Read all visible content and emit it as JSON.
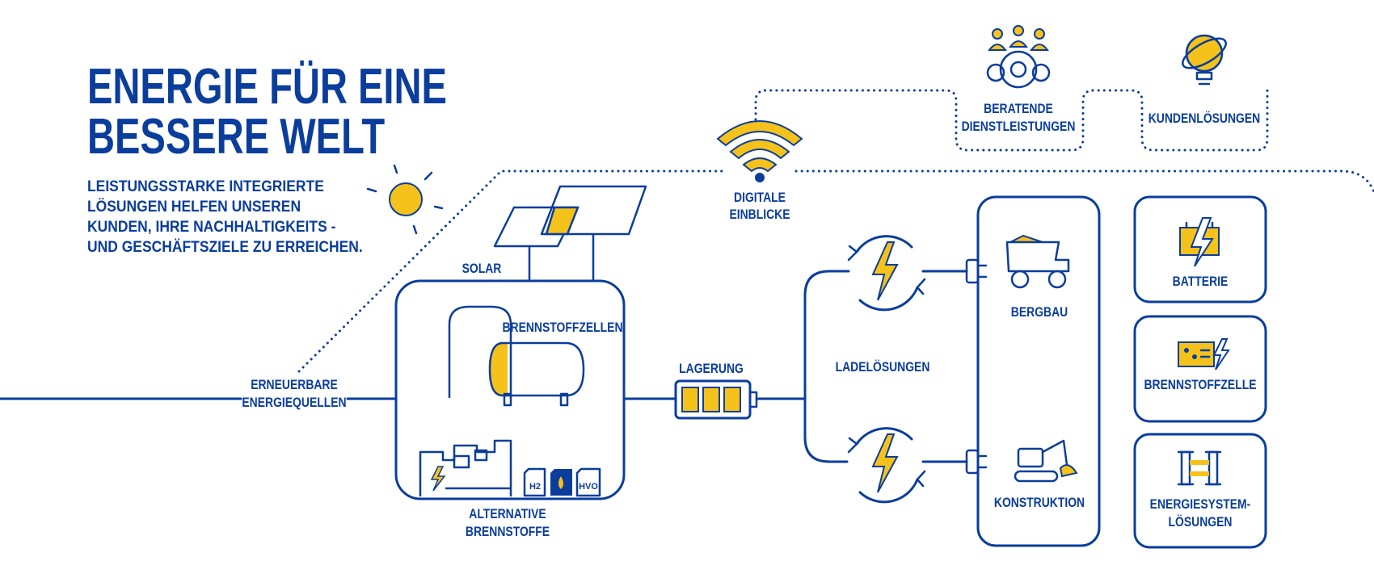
{
  "header": {
    "title_line1": "ENERGIE FÜR EINE",
    "title_line2": "BESSERE WELT",
    "subtitle": [
      "LEISTUNGSSTARKE INTEGRIERTE",
      "LÖSUNGEN HELFEN UNSEREN",
      "KUNDEN, IHRE NACHHALTIGKEITS -",
      "UND GESCHÄFTSZIELE ZU ERREICHEN."
    ]
  },
  "labels": {
    "renewables": [
      "ERNEUERBARE",
      "ENERGIEQUELLEN"
    ],
    "solar": "SOLAR",
    "fuel_cells": "BRENNSTOFFZELLEN",
    "alt_fuels": [
      "ALTERNATIVE",
      "BRENNSTOFFE"
    ],
    "storage": "LAGERUNG",
    "charging": "LADELÖSUNGEN",
    "mining": "BERGBAU",
    "construction": "KONSTRUKTION",
    "digital": [
      "DIGITALE",
      "EINBLICKE"
    ],
    "consulting": [
      "BERATENDE",
      "DIENSTLEISTUNGEN"
    ],
    "customer": "KUNDENLÖSUNGEN",
    "battery": "BATTERIE",
    "fuel_cell": "BRENNSTOFFZELLE",
    "energy_system": [
      "ENERGIESYSTEM-",
      "LÖSUNGEN"
    ],
    "can_h2": "H2",
    "can_hvo": "HVO"
  },
  "colors": {
    "primary": "#0a3d9c",
    "accent": "#f5c21b"
  },
  "icons": [
    "sun-icon",
    "solar-panel-icon",
    "fuel-cell-tank-icon",
    "generator-icon",
    "fuel-can-icon",
    "battery-icon",
    "charging-bolt-icon",
    "plug-icon",
    "mining-truck-icon",
    "excavator-icon",
    "wifi-icon",
    "team-gear-icon",
    "lightbulb-icon",
    "battery-pack-icon",
    "fuel-cell-module-icon",
    "energy-system-icon"
  ]
}
